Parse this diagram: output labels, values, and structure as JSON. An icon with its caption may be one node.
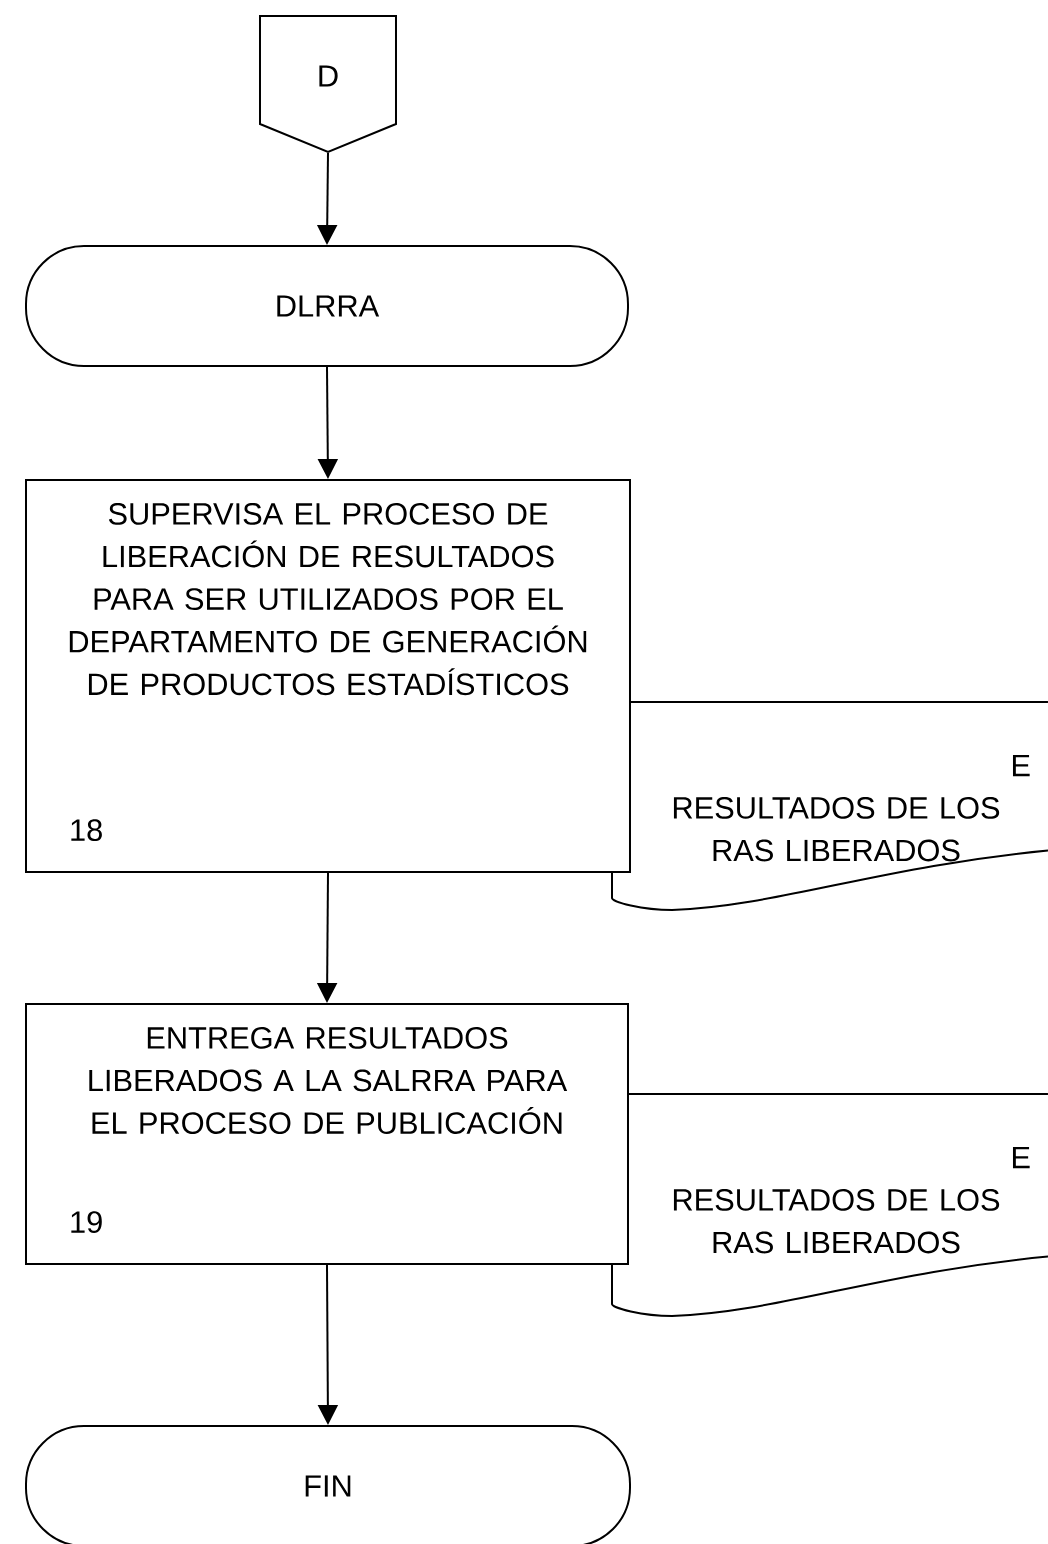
{
  "diagram": {
    "nodes": [
      {
        "text": [
          "D"
        ]
      },
      {
        "text": [
          "DLRRA"
        ]
      },
      {
        "text": [
          "SUPERVISA EL PROCESO DE LIBERACIÓN DE RESULTADOS PARA SER UTILIZADOS POR EL DEPARTAMENTO DE GENERACIÓN DE PRODUCTOS ESTADÍSTICOS",
          "18"
        ]
      },
      {
        "text": [
          "E",
          "RESULTADOS DE LOS RAS LIBERADOS"
        ]
      },
      {
        "text": [
          "ENTREGA RESULTADOS LIBERADOS A LA SALRRA PARA EL PROCESO DE PUBLICACIÓN",
          "19"
        ]
      },
      {
        "text": [
          "E",
          "RESULTADOS DE LOS RAS LIBERADOS"
        ]
      },
      {
        "text": [
          "FIN"
        ]
      }
    ],
    "edges": [
      {
        "from": 0,
        "to": 1,
        "arrow": "to"
      },
      {
        "from": 1,
        "to": 2,
        "arrow": "to"
      },
      {
        "from": 2,
        "to": 4,
        "arrow": "to"
      },
      {
        "from": 4,
        "to": 6,
        "arrow": "to"
      }
    ]
  }
}
